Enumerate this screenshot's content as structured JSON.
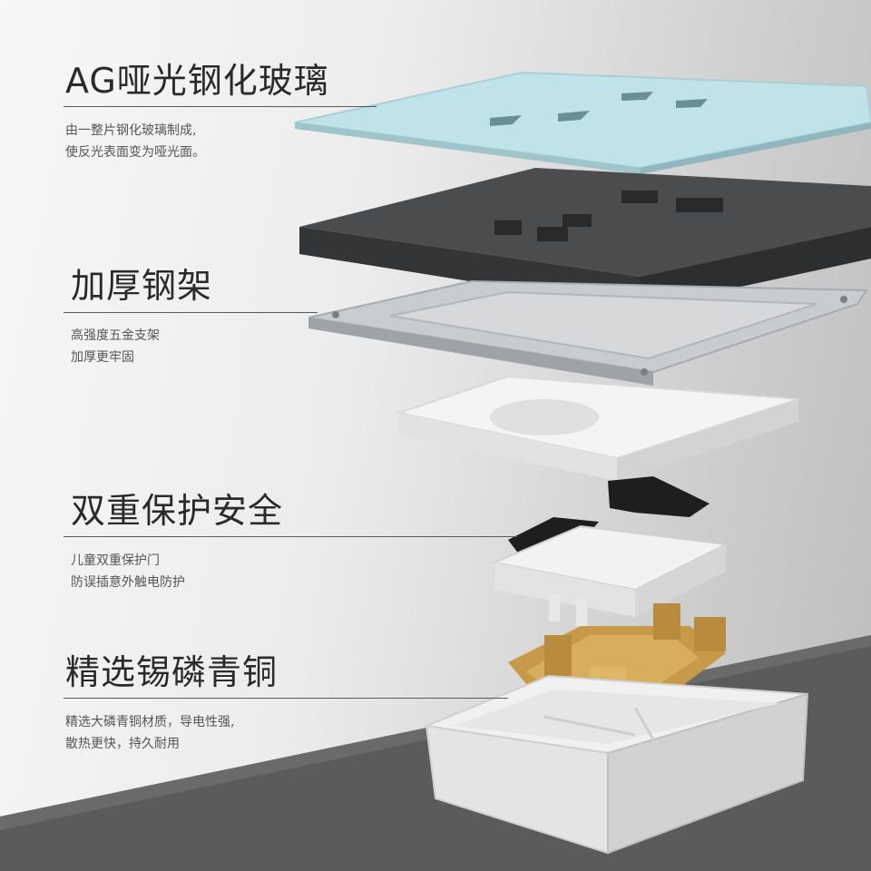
{
  "callouts": [
    {
      "title": "AG哑光钢化玻璃",
      "lines": [
        "由一整片钢化玻璃制成,",
        "使反光表面变为哑光面。"
      ]
    },
    {
      "title": "加厚钢架",
      "lines": [
        "高强度五金支架",
        "加厚更牢固"
      ]
    },
    {
      "title": "双重保护安全",
      "lines": [
        "儿童双重保护门",
        "防误插意外触电防护"
      ]
    },
    {
      "title": "精选锡磷青铜",
      "lines": [
        "精选大磷青铜材质，导电性强,",
        "散热更快，持久耐用"
      ]
    }
  ],
  "colors": {
    "glass": "#bfe3e8",
    "panel": "#4a4c4d",
    "steel": "#c9cccf",
    "plastic": "#f2f2f2",
    "shutter": "#1e1e1e",
    "copper": "#c79a4a"
  }
}
